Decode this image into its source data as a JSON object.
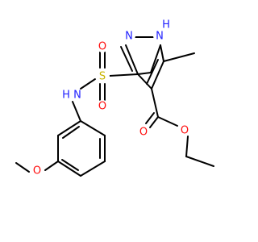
{
  "molecule": {
    "atoms": {
      "n1": "N",
      "n2_h": "H",
      "n2": "N",
      "s": "S",
      "o_s1": "O",
      "o_s2": "O",
      "nh_h": "H",
      "nh_n": "N",
      "o_carbonyl": "O",
      "o_ester": "O",
      "o_methoxy": "O"
    },
    "colors": {
      "carbon": "#000000",
      "nitrogen": "#2020ff",
      "oxygen": "#ff0d0d",
      "sulfur": "#c8b400"
    }
  }
}
